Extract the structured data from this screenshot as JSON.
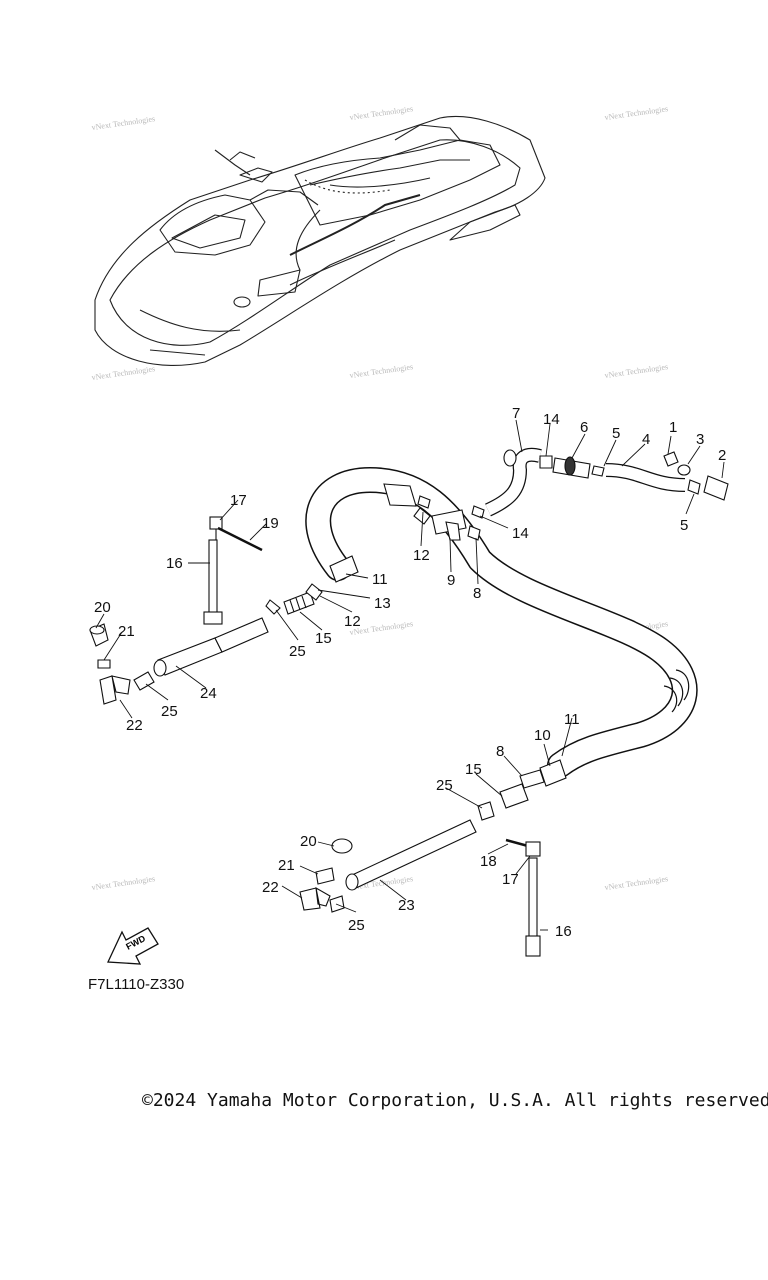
{
  "watermark": "vNext Technologies",
  "drawing_code": "F7L1110-Z330",
  "copyright": "©2024 Yamaha Motor Corporation, U.S.A. All rights reserved.",
  "fwd_label": "FWD",
  "callouts": {
    "c1": "1",
    "c2": "2",
    "c3": "3",
    "c4": "4",
    "c5a": "5",
    "c5b": "5",
    "c6": "6",
    "c7": "7",
    "c8a": "8",
    "c8b": "8",
    "c9": "9",
    "c10": "10",
    "c11a": "11",
    "c11b": "11",
    "c12a": "12",
    "c12b": "12",
    "c13": "13",
    "c14a": "14",
    "c14b": "14",
    "c15a": "15",
    "c15b": "15",
    "c16a": "16",
    "c16b": "16",
    "c17a": "17",
    "c17b": "17",
    "c18": "18",
    "c19": "19",
    "c20a": "20",
    "c20b": "20",
    "c21a": "21",
    "c21b": "21",
    "c22a": "22",
    "c22b": "22",
    "c23": "23",
    "c24": "24",
    "c25a": "25",
    "c25b": "25",
    "c25c": "25",
    "c25d": "25"
  }
}
